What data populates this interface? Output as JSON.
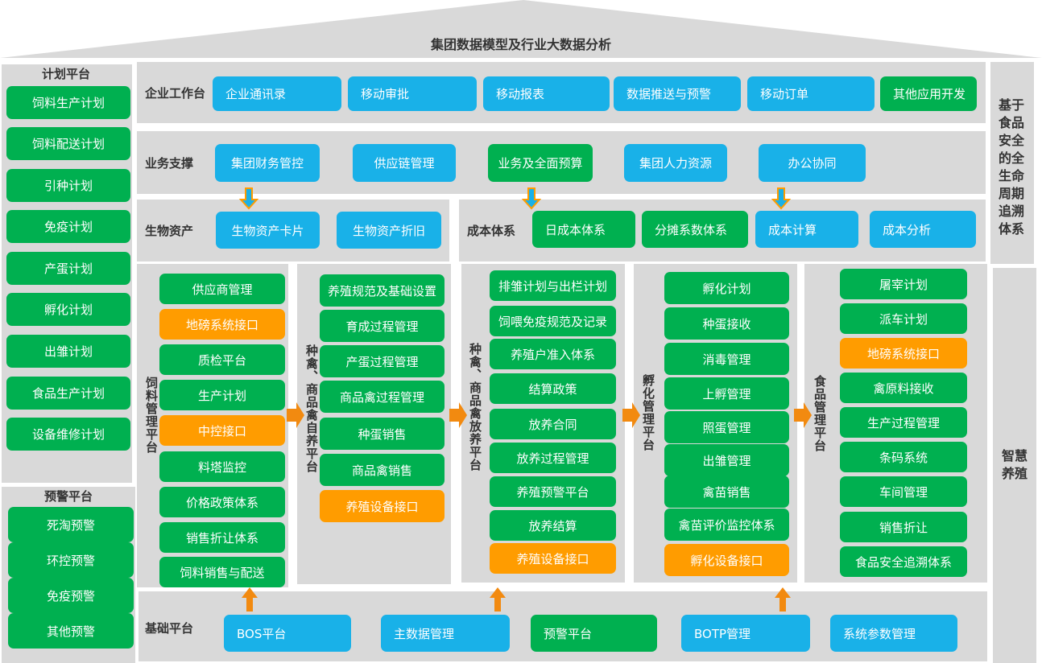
{
  "title": "集团数据模型及行业大数据分析",
  "colors": {
    "green": "#00b050",
    "blue": "#19b1e8",
    "orange": "#ff9c00",
    "panel": "#d9d9d9"
  },
  "planning": {
    "title": "计划平台",
    "items": [
      {
        "label": "饲料生产计划",
        "color": "green"
      },
      {
        "label": "饲料配送计划",
        "color": "green"
      },
      {
        "label": "引种计划",
        "color": "green"
      },
      {
        "label": "免疫计划",
        "color": "green"
      },
      {
        "label": "产蛋计划",
        "color": "green"
      },
      {
        "label": "孵化计划",
        "color": "green"
      },
      {
        "label": "出雏计划",
        "color": "green"
      },
      {
        "label": "食品生产计划",
        "color": "green"
      },
      {
        "label": "设备维修计划",
        "color": "green"
      }
    ]
  },
  "warning": {
    "title": "预警平台",
    "items": [
      {
        "label": "死淘预警",
        "color": "green"
      },
      {
        "label": "环控预警",
        "color": "green"
      },
      {
        "label": "免疫预警",
        "color": "green"
      },
      {
        "label": "其他预警",
        "color": "green"
      }
    ]
  },
  "enterprise": {
    "label": "企业工作台",
    "items": [
      {
        "label": "企业通讯录",
        "color": "blue"
      },
      {
        "label": "移动审批",
        "color": "blue"
      },
      {
        "label": "移动报表",
        "color": "blue"
      },
      {
        "label": "数据推送与预警",
        "color": "blue"
      },
      {
        "label": "移动订单",
        "color": "blue"
      },
      {
        "label": "其他应用开发",
        "color": "green"
      }
    ]
  },
  "business": {
    "label": "业务支撑",
    "items": [
      {
        "label": "集团财务管控",
        "color": "blue"
      },
      {
        "label": "供应链管理",
        "color": "blue"
      },
      {
        "label": "业务及全面预算",
        "color": "green"
      },
      {
        "label": "集团人力资源",
        "color": "blue"
      },
      {
        "label": "办公协同",
        "color": "blue"
      }
    ]
  },
  "bio": {
    "label": "生物资产",
    "items": [
      {
        "label": "生物资产卡片",
        "color": "blue"
      },
      {
        "label": "生物资产折旧",
        "color": "blue"
      }
    ]
  },
  "cost": {
    "label": "成本体系",
    "items": [
      {
        "label": "日成本体系",
        "color": "green"
      },
      {
        "label": "分摊系数体系",
        "color": "green"
      },
      {
        "label": "成本计算",
        "color": "blue"
      },
      {
        "label": "成本分析",
        "color": "blue"
      }
    ]
  },
  "feed": {
    "label": "饲料管理平台",
    "items": [
      {
        "label": "供应商管理",
        "color": "green"
      },
      {
        "label": "地磅系统接口",
        "color": "orange"
      },
      {
        "label": "质检平台",
        "color": "green"
      },
      {
        "label": "生产计划",
        "color": "green"
      },
      {
        "label": "中控接口",
        "color": "orange"
      },
      {
        "label": "料塔监控",
        "color": "green"
      },
      {
        "label": "价格政策体系",
        "color": "green"
      },
      {
        "label": "销售折让体系",
        "color": "green"
      },
      {
        "label": "饲料销售与配送",
        "color": "green"
      }
    ]
  },
  "self_breeding": {
    "label": "种禽、商品禽自养平台",
    "items": [
      {
        "label": "养殖规范及基础设置",
        "color": "green"
      },
      {
        "label": "育成过程管理",
        "color": "green"
      },
      {
        "label": "产蛋过程管理",
        "color": "green"
      },
      {
        "label": "商品禽过程管理",
        "color": "green"
      },
      {
        "label": "种蛋销售",
        "color": "green"
      },
      {
        "label": "商品禽销售",
        "color": "green"
      },
      {
        "label": "养殖设备接口",
        "color": "orange"
      }
    ]
  },
  "free_range": {
    "label": "种禽、商品禽放养平台",
    "items": [
      {
        "label": "排雏计划与出栏计划",
        "color": "green"
      },
      {
        "label": "饲喂免疫规范及记录",
        "color": "green"
      },
      {
        "label": "养殖户准入体系",
        "color": "green"
      },
      {
        "label": "结算政策",
        "color": "green"
      },
      {
        "label": "放养合同",
        "color": "green"
      },
      {
        "label": "放养过程管理",
        "color": "green"
      },
      {
        "label": "养殖预警平台",
        "color": "green"
      },
      {
        "label": "放养结算",
        "color": "green"
      },
      {
        "label": "养殖设备接口",
        "color": "orange"
      }
    ]
  },
  "hatch": {
    "label": "孵化管理平台",
    "items": [
      {
        "label": "孵化计划",
        "color": "green"
      },
      {
        "label": "种蛋接收",
        "color": "green"
      },
      {
        "label": "消毒管理",
        "color": "green"
      },
      {
        "label": "上孵管理",
        "color": "green"
      },
      {
        "label": "照蛋管理",
        "color": "green"
      },
      {
        "label": "出雏管理",
        "color": "green"
      },
      {
        "label": "禽苗销售",
        "color": "green"
      },
      {
        "label": "禽苗评价监控体系",
        "color": "green"
      },
      {
        "label": "孵化设备接口",
        "color": "orange"
      }
    ]
  },
  "food": {
    "label": "食品管理平台",
    "items": [
      {
        "label": "屠宰计划",
        "color": "green"
      },
      {
        "label": "派车计划",
        "color": "green"
      },
      {
        "label": "地磅系统接口",
        "color": "orange"
      },
      {
        "label": "禽原料接收",
        "color": "green"
      },
      {
        "label": "生产过程管理",
        "color": "green"
      },
      {
        "label": "条码系统",
        "color": "green"
      },
      {
        "label": "车间管理",
        "color": "green"
      },
      {
        "label": "销售折让",
        "color": "green"
      },
      {
        "label": "食品安全追溯体系",
        "color": "green"
      }
    ]
  },
  "base": {
    "label": "基础平台",
    "items": [
      {
        "label": "BOS平台",
        "color": "blue"
      },
      {
        "label": "主数据管理",
        "color": "blue"
      },
      {
        "label": "预警平台",
        "color": "green"
      },
      {
        "label": "BOTP管理",
        "color": "blue"
      },
      {
        "label": "系统参数管理",
        "color": "blue"
      }
    ]
  },
  "trace_label": "基于食品安全的全生命周期追溯体系",
  "smart_label": "智慧养殖"
}
